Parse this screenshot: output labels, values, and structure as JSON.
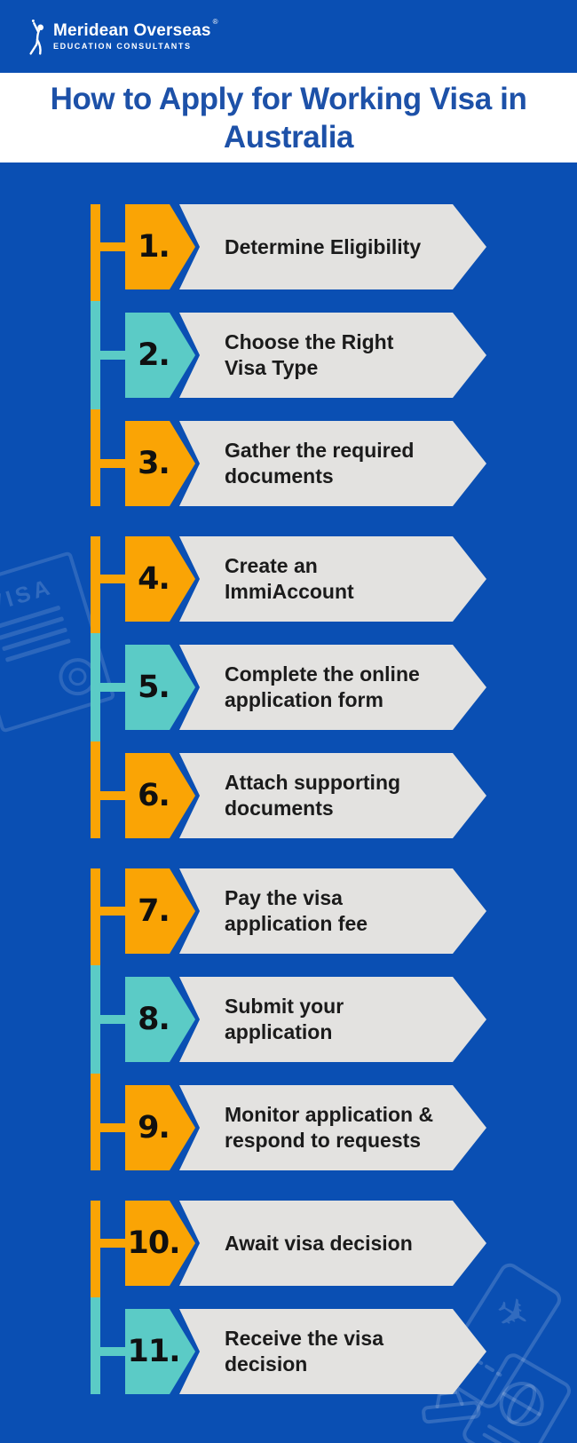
{
  "header": {
    "logo": {
      "brand": "Meridean Overseas",
      "registered_mark": "®",
      "tagline": "EDUCATION CONSULTANTS",
      "icon": "person-torch-icon"
    }
  },
  "title": {
    "lines": [
      "How to Apply for Working Visa in",
      "Australia"
    ]
  },
  "colors": {
    "background_blue": "#0A4FB3",
    "title_blue": "#1D51A8",
    "orange": "#FAA405",
    "teal": "#5BCBC6",
    "banner_gray": "#E3E2E0",
    "step_text": "#1B1B1B",
    "logo_white": "#FFFFFF"
  },
  "steps": [
    {
      "number": "1.",
      "color": "orange",
      "lines": [
        "Determine Eligibility"
      ]
    },
    {
      "number": "2.",
      "color": "teal",
      "lines": [
        "Choose the Right",
        "Visa Type"
      ]
    },
    {
      "number": "3.",
      "color": "orange",
      "lines": [
        "Gather the required",
        "documents"
      ]
    },
    {
      "number": "4.",
      "color": "orange",
      "lines": [
        "Create an",
        "ImmiAccount"
      ]
    },
    {
      "number": "5.",
      "color": "teal",
      "lines": [
        "Complete the online",
        "application form"
      ]
    },
    {
      "number": "6.",
      "color": "orange",
      "lines": [
        "Attach supporting",
        "documents"
      ]
    },
    {
      "number": "7.",
      "color": "orange",
      "lines": [
        "Pay the visa",
        "application fee"
      ]
    },
    {
      "number": "8.",
      "color": "teal",
      "lines": [
        "Submit your",
        "application"
      ]
    },
    {
      "number": "9.",
      "color": "orange",
      "lines": [
        "Monitor application &",
        "respond to requests"
      ]
    },
    {
      "number": "10.",
      "color": "orange",
      "lines": [
        "Await visa decision"
      ]
    },
    {
      "number": "11.",
      "color": "teal",
      "lines": [
        "Receive the visa",
        "decision"
      ]
    }
  ],
  "groups": [
    [
      0,
      1,
      2
    ],
    [
      3,
      4,
      5
    ],
    [
      6,
      7,
      8
    ],
    [
      9,
      10
    ]
  ],
  "watermarks": {
    "visa_document": {
      "label": "VISA",
      "icon": "visa-stamp-document"
    },
    "travel": {
      "icon": "boarding-pass-stamp-passport"
    }
  }
}
